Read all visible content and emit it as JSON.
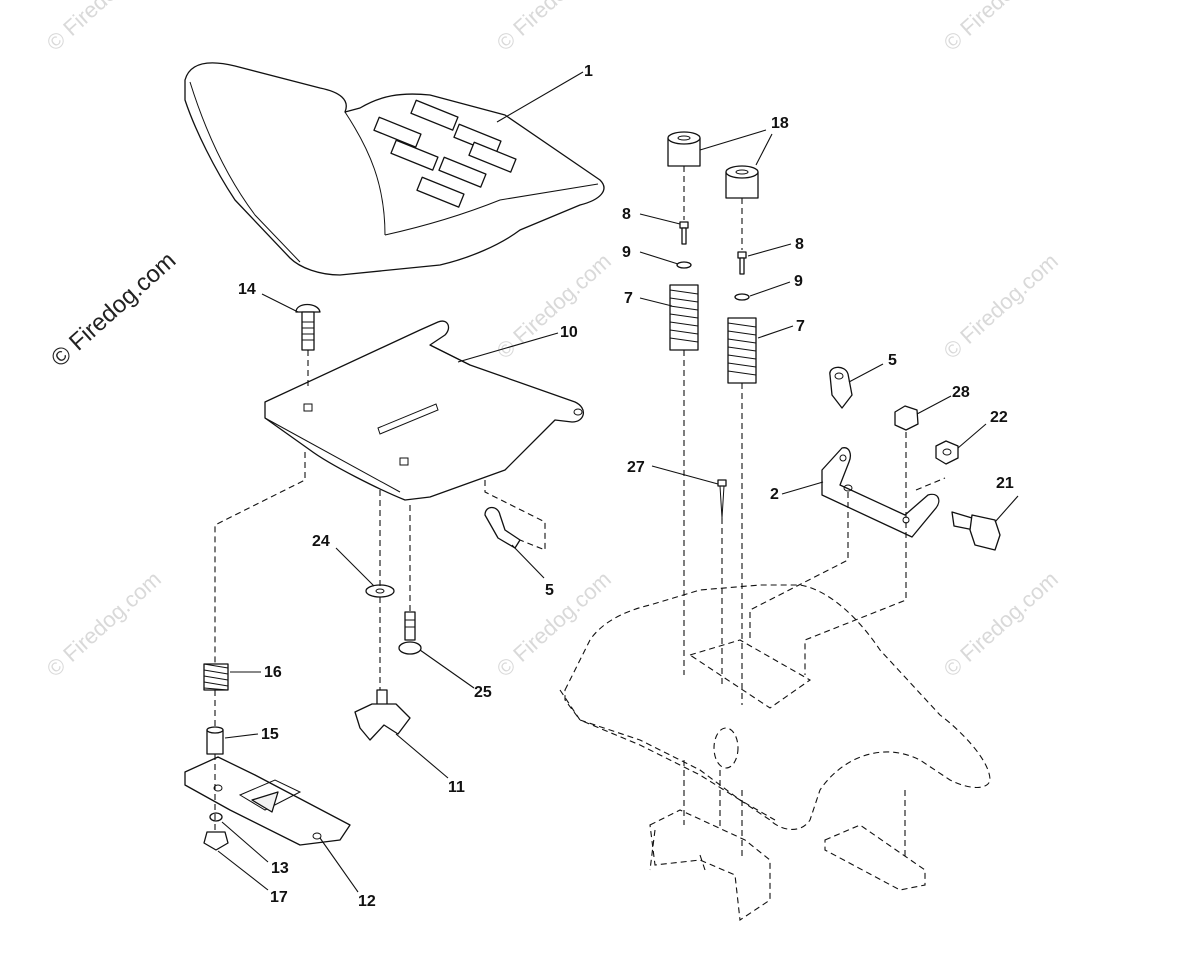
{
  "watermark": {
    "main_text": "© Firedog.com",
    "repeat_text": "© Firedog.com"
  },
  "callouts": {
    "c1": "1",
    "c2": "2",
    "c5a": "5",
    "c5b": "5",
    "c7a": "7",
    "c7b": "7",
    "c8a": "8",
    "c8b": "8",
    "c9a": "9",
    "c9b": "9",
    "c10": "10",
    "c11": "11",
    "c12": "12",
    "c13": "13",
    "c14": "14",
    "c15": "15",
    "c16": "16",
    "c17": "17",
    "c18": "18",
    "c21": "21",
    "c22": "22",
    "c24": "24",
    "c25": "25",
    "c27": "27",
    "c28": "28"
  },
  "colors": {
    "line": "#111111",
    "watermark": "#d9d9d9",
    "background": "#ffffff"
  }
}
